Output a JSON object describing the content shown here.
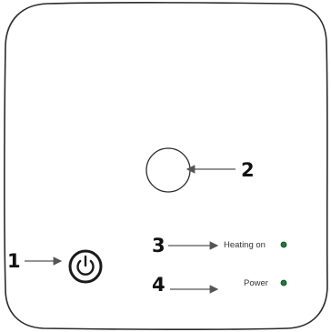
{
  "device": {
    "callouts": [
      "1",
      "2",
      "3",
      "4"
    ],
    "indicators": [
      {
        "label": "Heating on",
        "color": "#1f7a3a"
      },
      {
        "label": "Power",
        "color": "#1f7a3a"
      }
    ],
    "icons": {
      "power_button": "power-symbol-icon",
      "sensor": "circle-outline-icon"
    },
    "colors": {
      "outline": "#2b2b2b",
      "arrows": "#555555",
      "background": "#ffffff"
    }
  }
}
